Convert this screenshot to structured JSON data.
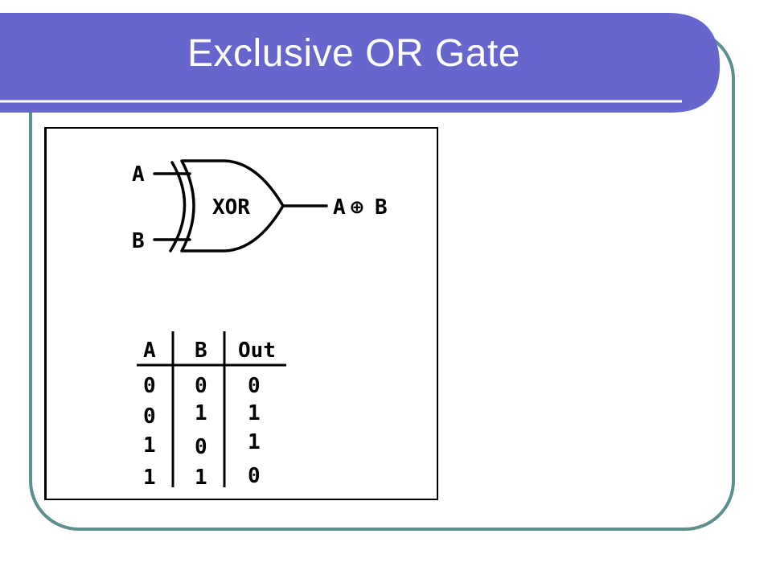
{
  "slide": {
    "title": "Exclusive OR Gate",
    "colors": {
      "title_bar": "#6666cc",
      "frame_outline": "#5f8f8c",
      "title_underline": "#ffffff"
    }
  },
  "gate": {
    "input_a": "A",
    "input_b": "B",
    "name": "XOR",
    "output_left": "A",
    "output_op": "⊕",
    "output_right": "B"
  },
  "truth_table": {
    "headers": [
      "A",
      "B",
      "Out"
    ],
    "rows": [
      [
        "0",
        "0",
        "0"
      ],
      [
        "0",
        "1",
        "1"
      ],
      [
        "1",
        "0",
        "1"
      ],
      [
        "1",
        "1",
        "0"
      ]
    ]
  }
}
